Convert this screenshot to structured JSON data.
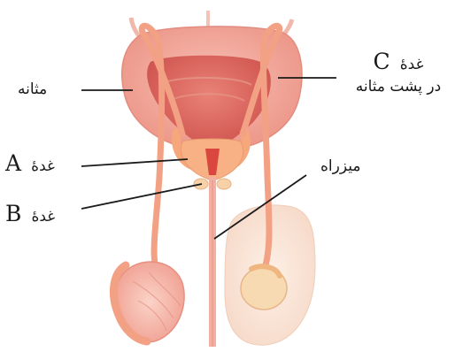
{
  "labels": {
    "bladder": "مثانه",
    "gland_word": "غدهٔ",
    "gland_a_letter": "A",
    "gland_b_letter": "B",
    "gland_c_letter": "C",
    "gland_c_desc": "در پشت مثانه",
    "urethra": "میزراه"
  },
  "colors": {
    "bladder_outer": "#f2a89e",
    "bladder_inner": "#dc6a62",
    "duct": "#f0a27a",
    "glands": "#f5a979",
    "urethra": "#f4b3a6",
    "testis": "#f6b8ad",
    "skin": "#fbe8dc",
    "leader_line": "#1a1a1a"
  }
}
